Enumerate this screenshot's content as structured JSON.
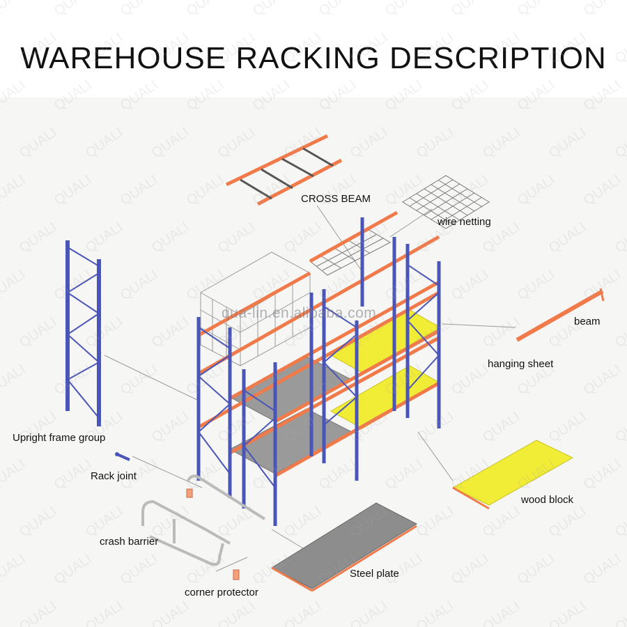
{
  "title": "WAREHOUSE RACKING DESCRIPTION",
  "labels": {
    "cross_beam": "CROSS BEAM",
    "wire_netting": "wire netting",
    "beam": "beam",
    "hanging_sheet": "hanging sheet",
    "upright_frame_group": "Upright frame group",
    "rack_joint": "Rack joint",
    "wood_block": "wood block",
    "crash_barrier": "crash barrier",
    "steel_plate": "Steel plate",
    "corner_protector": "corner protector"
  },
  "watermark": {
    "brand": "QUALI",
    "site": "qua-lin.en.alibaba.com"
  },
  "colors": {
    "upright": "#4a55b8",
    "beam": "#f07a4a",
    "wood": "#f1ec35",
    "steel": "#8d8d8d",
    "background": "#f6f6f4"
  }
}
